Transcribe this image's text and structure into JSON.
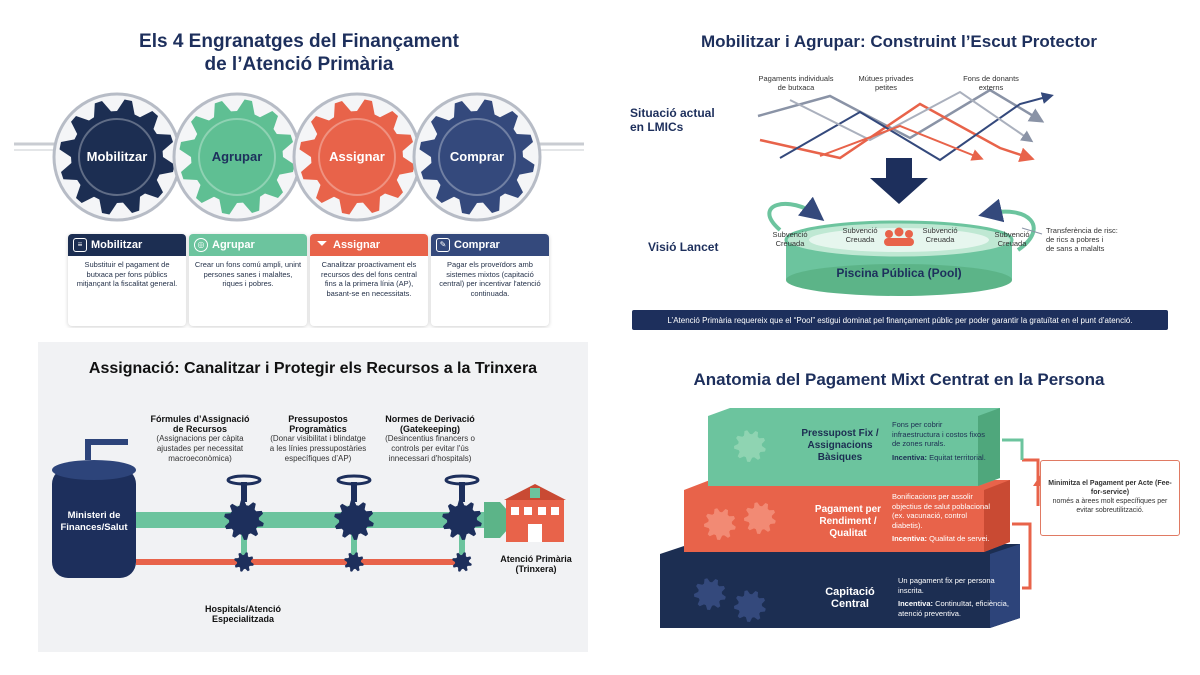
{
  "panel1": {
    "title_line1": "Els 4 Engranatges del Finançament",
    "title_line2": "de l’Atenció Primària",
    "gears": [
      {
        "label": "Mobilitzar",
        "color": "#1c2e52"
      },
      {
        "label": "Agrupar",
        "color": "#5fbf93"
      },
      {
        "label": "Assignar",
        "color": "#e8634a"
      },
      {
        "label": "Comprar",
        "color": "#34497c"
      }
    ],
    "cards": [
      {
        "title": "Mobilitzar",
        "color": "#1c2e52",
        "text": "Substituir el pagament de butxaca per fons públics mitjançant la fiscalitat general."
      },
      {
        "title": "Agrupar",
        "color": "#6cc49e",
        "text": "Crear un fons comú ampli, unint persones sanes i malaltes, riques i pobres."
      },
      {
        "title": "Assignar",
        "color": "#e8634a",
        "text": "Canalitzar proactivament els recursos des del fons central fins a la primera línia (AP), basant-se en necessitats."
      },
      {
        "title": "Comprar",
        "color": "#34497c",
        "text": "Pagar els proveïdors amb sistemes mixtos (capitació central) per incentivar l'atenció continuada."
      }
    ]
  },
  "panel2": {
    "title": "Mobilitzar i Agrupar: Construint l’Escut Protector",
    "current_label_1": "Situació actual",
    "current_label_2": "en LMICs",
    "vision_label": "Visió Lancet",
    "flows": [
      {
        "line1": "Pagaments individuals",
        "line2": "de butxaca"
      },
      {
        "line1": "Mútues privades",
        "line2": "petites"
      },
      {
        "line1": "Fons de donants",
        "line2": "externs"
      }
    ],
    "subsidy_line1": "Subvenció",
    "subsidy_line2": "Creuada",
    "risk_transfer_1": "Transferència de risc:",
    "risk_transfer_2": "de rics a pobres i",
    "risk_transfer_3": "de sans a malalts",
    "pool_label": "Piscina Pública (Pool)",
    "banner": "L’Atenció Primària requereix que el “Pool” estigui dominat pel finançament públic per poder garantir la gratuïtat en el punt d’atenció."
  },
  "panel3": {
    "title": "Assignació: Canalitzar i Protegir els Recursos a la Trinxera",
    "valves": [
      {
        "title1": "Fórmules d’Assignació",
        "title2": "de Recursos",
        "desc": [
          "(Assignacions per càpita",
          "ajustades per necessitat",
          "macroeconòmica)"
        ]
      },
      {
        "title1": "Pressupostos",
        "title2": "Programàtics",
        "desc": [
          "(Donar visibilitat i blindatge",
          "a les línies pressupostàries",
          "específiques d’AP)"
        ]
      },
      {
        "title1": "Normes de Derivació",
        "title2": "(Gatekeeping)",
        "desc": [
          "(Desincentius financers o",
          "controls per evitar l'ús",
          "innecessari d'hospitals)"
        ]
      }
    ],
    "tank_line1": "Ministeri de",
    "tank_line2": "Finances/Salut",
    "hospital_line1": "Hospitals/Atenció",
    "hospital_line2": "Especialitzada",
    "primary_line1": "Atenció Primària",
    "primary_line2": "(Trinxera)"
  },
  "panel4": {
    "title": "Anatomia del Pagament Mixt Centrat en la Persona",
    "layers": [
      {
        "title": [
          "Pressupost Fix /",
          "Assignacions",
          "Bàsiques"
        ],
        "desc": [
          "Fons per cobrir",
          "infraestructura i costos fixos",
          "de zones rurals."
        ],
        "incentive_label": "Incentiva:",
        "incentive": "Equitat territorial.",
        "color": "#6cc49e"
      },
      {
        "title": [
          "Pagament per",
          "Rendiment /",
          "Qualitat"
        ],
        "desc": [
          "Bonificacions per assolir",
          "objectius de salut poblacional",
          "(ex. vacunació, control",
          "diabetis)."
        ],
        "incentive_label": "Incentiva:",
        "incentive": "Qualitat de servei.",
        "color": "#e8634a"
      },
      {
        "title": [
          "Capitació",
          "Central"
        ],
        "desc": [
          "Un pagament fix per persona",
          "inscrita."
        ],
        "incentive_label": "Incentiva:",
        "incentive": "Continuïtat, eficiència, atenció preventiva.",
        "color": "#1c2e52"
      }
    ],
    "warning_title": "Minimitza el Pagament per Acte (Fee-for-service)",
    "warning_text": "només a àrees molt específiques per evitar sobreutilització."
  }
}
